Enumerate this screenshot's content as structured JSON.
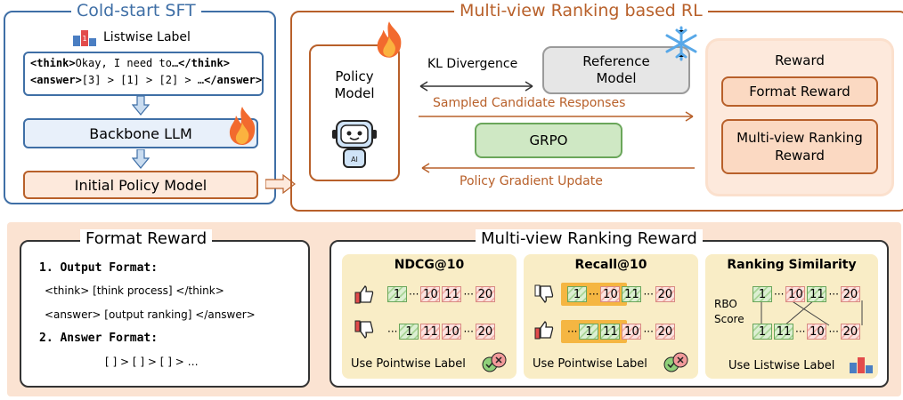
{
  "colors": {
    "blue": "#3f6fa6",
    "orange": "#b8602a",
    "peach": "#fde9dc",
    "gold": "#f9edc6",
    "green": "#cfe8c4",
    "gray": "#e6e6e6"
  },
  "sft": {
    "title": "Cold-start SFT",
    "listwise_label": "Listwise Label",
    "think_open": "<think>",
    "think_text": " Okay, I need to… ",
    "think_close": "</think>",
    "answer_open": "<answer>",
    "answer_text": " [3] > [1] > [2] > … ",
    "answer_close": "</answer>",
    "backbone": "Backbone LLM",
    "initial": "Initial Policy Model"
  },
  "rl": {
    "title": "Multi-view Ranking based RL",
    "policy": "Policy Model",
    "kl": "KL Divergence",
    "reference": "Reference Model",
    "sampled": "Sampled Candidate Responses",
    "grpo": "GRPO",
    "gradient": "Policy Gradient Update",
    "reward_title": "Reward",
    "format_reward": "Format Reward",
    "mv_reward": "Multi-view Ranking Reward"
  },
  "format_panel": {
    "title": "Format Reward",
    "item1": "1. Output Format:",
    "line1": "<think> [think process] </think>",
    "line2": "<answer> [output ranking] </answer>",
    "item2": "2. Answer Format:",
    "line3": "[ ] > [ ] > [ ] > …"
  },
  "mv_panel": {
    "title": "Multi-view Ranking Reward",
    "ndcg": {
      "title": "NDCG@10",
      "foot": "Use Pointwise Label"
    },
    "recall": {
      "title": "Recall@10",
      "foot": "Use Pointwise Label"
    },
    "sim": {
      "title": "Ranking Similarity",
      "foot": "Use Listwise Label",
      "rbo": "RBO Score"
    },
    "n1": "1",
    "n10": "10",
    "n11": "11",
    "n20": "20",
    "dots": "···"
  }
}
